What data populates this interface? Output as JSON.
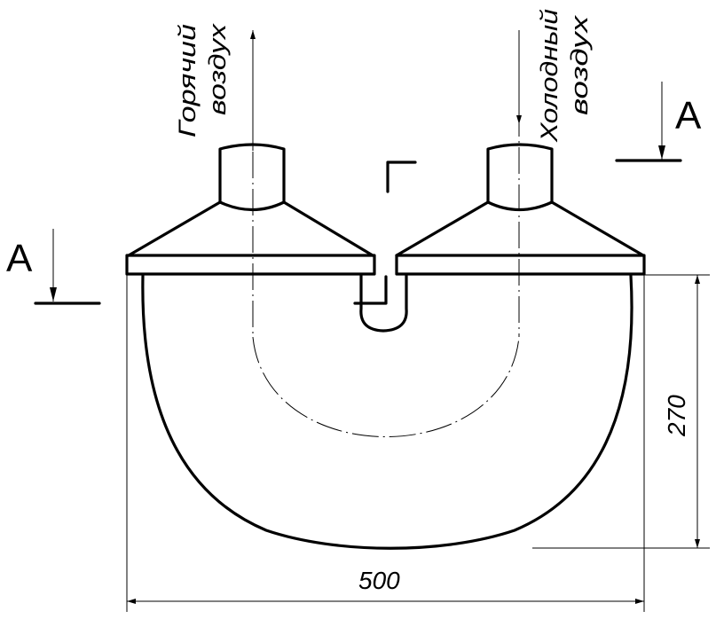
{
  "section_mark": "А",
  "hot_air": {
    "line1": "Горячий",
    "line2": "воздух"
  },
  "cold_air": {
    "line1": "Холодный",
    "line2": "воздух"
  },
  "dimensions": {
    "width": "500",
    "height": "270"
  }
}
